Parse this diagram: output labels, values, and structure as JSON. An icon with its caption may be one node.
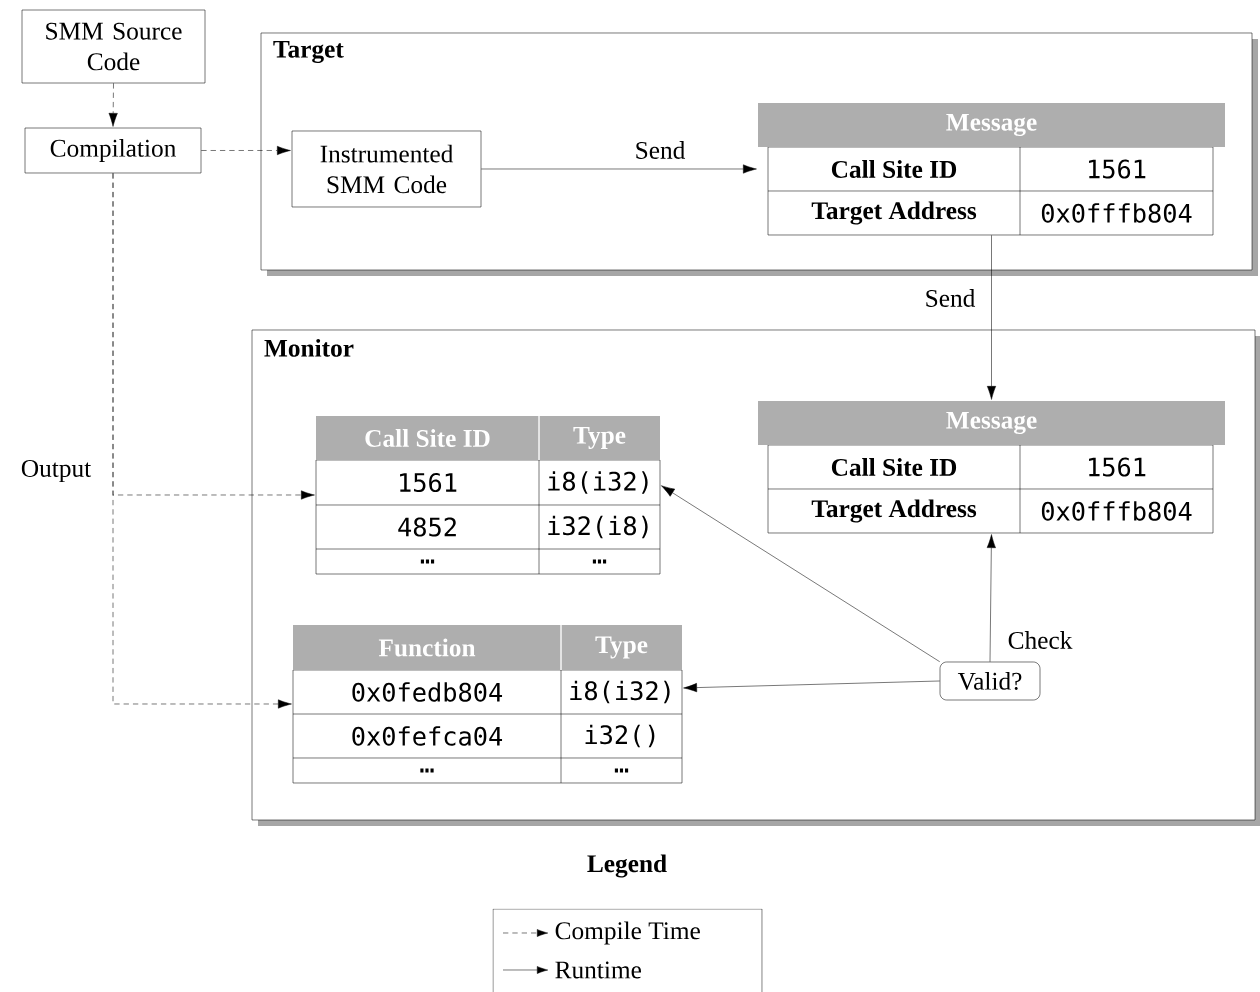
{
  "diagram": {
    "nodes": [
      {
        "text": [
          "SMM Source Code"
        ]
      },
      {
        "text": [
          "Compilation"
        ]
      },
      {
        "text": [
          "Target"
        ]
      },
      {
        "text": [
          "Instrumented SMM Code"
        ],
        "in": 2
      },
      {
        "text": [
          "Message",
          "Call Site ID",
          "1561",
          "Target Address",
          "0x0fffb804"
        ],
        "in": 2
      },
      {
        "text": [
          "Monitor"
        ]
      },
      {
        "text": [
          "Call Site ID",
          "Type",
          "1561",
          "i8(i32)",
          "4852",
          "i32(i8)",
          "…",
          "…"
        ],
        "in": 5
      },
      {
        "text": [
          "Message",
          "Call Site ID",
          "1561",
          "Target Address",
          "0x0fffb804"
        ],
        "in": 5
      },
      {
        "text": [
          "Function",
          "Type",
          "0x0fedb804",
          "i8(i32)",
          "0x0fefca04",
          "i32()",
          "…",
          "…"
        ],
        "in": 5
      },
      {
        "text": [
          "Valid?"
        ],
        "in": 5
      }
    ],
    "edges": [
      {
        "from": 0,
        "to": 1,
        "arrow": "to",
        "style": "dashed"
      },
      {
        "from": 1,
        "to": 3,
        "arrow": "to",
        "style": "dashed"
      },
      {
        "from": 3,
        "to": 4,
        "arrow": "to",
        "label": "Send"
      },
      {
        "from": 4,
        "to": 7,
        "arrow": "to",
        "label": "Send"
      },
      {
        "from": 1,
        "to": 6,
        "arrow": "to",
        "style": "dashed",
        "label": "Output"
      },
      {
        "from": 1,
        "to": 8,
        "arrow": "to",
        "style": "dashed"
      },
      {
        "from": 9,
        "to": 7,
        "arrow": "to",
        "label": "Check"
      },
      {
        "from": 9,
        "to": 6,
        "arrow": "to"
      },
      {
        "from": 9,
        "to": 8,
        "arrow": "to"
      }
    ],
    "labels": [
      "Legend"
    ],
    "legend": [
      {
        "text": "Compile Time"
      },
      {
        "text": "Runtime"
      }
    ]
  }
}
